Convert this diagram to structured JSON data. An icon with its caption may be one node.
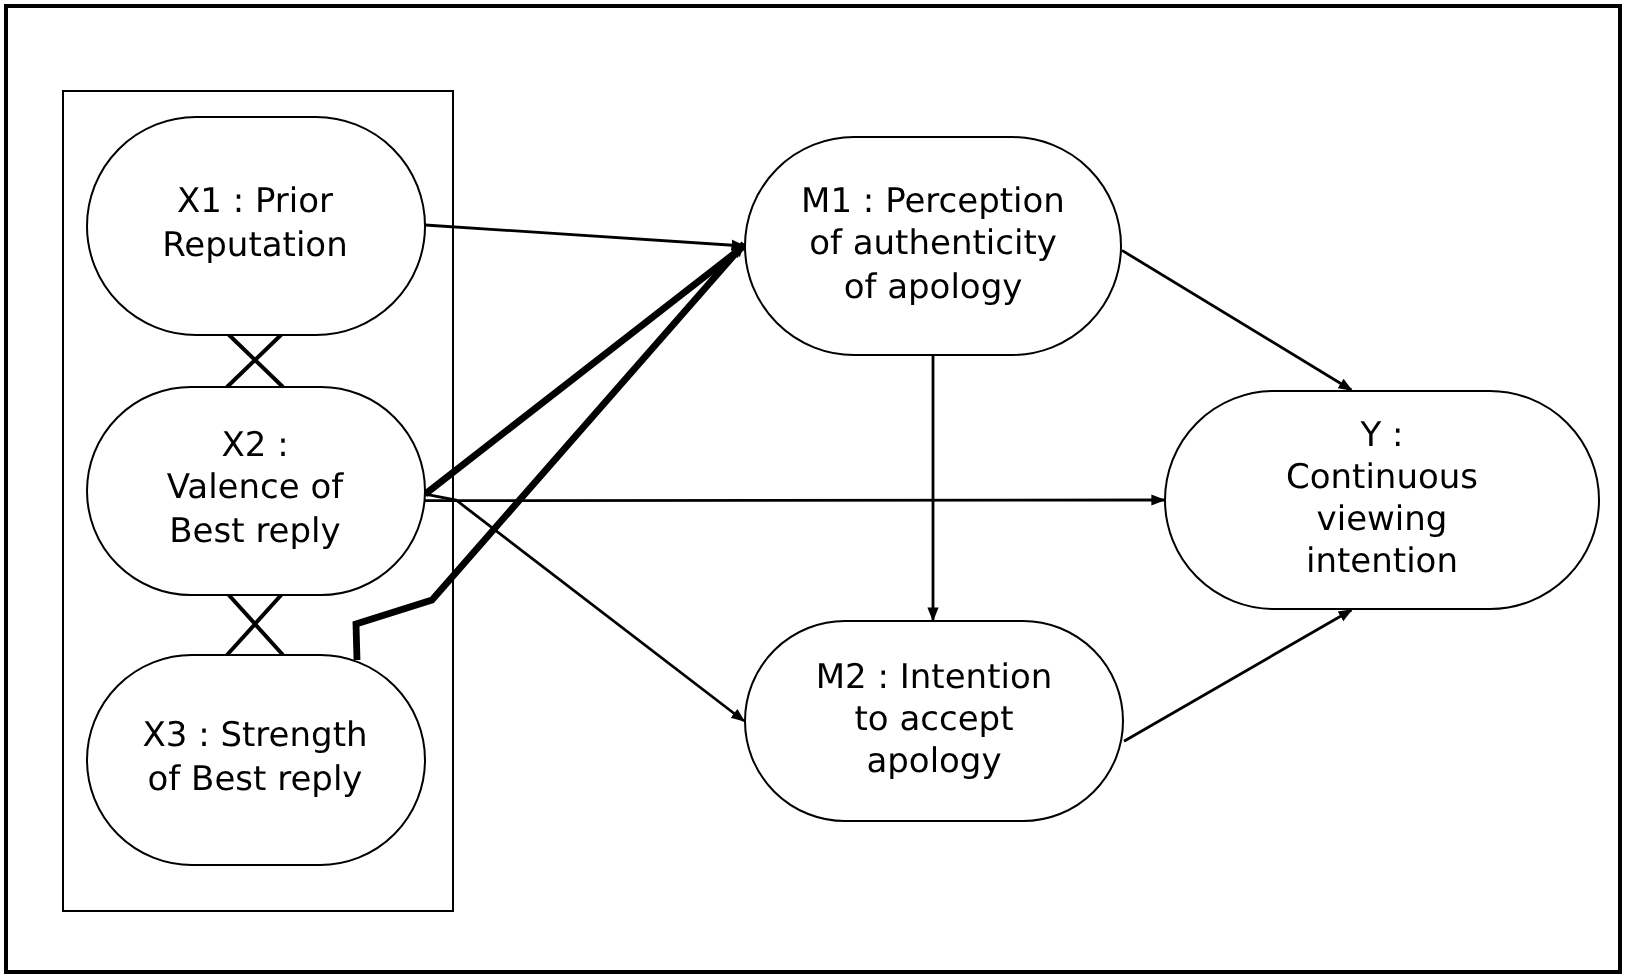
{
  "diagram": {
    "nodes": [
      {
        "text": [],
        "shape": "box"
      },
      {
        "text": [
          "X1 : Prior Reputation"
        ],
        "in": 0
      },
      {
        "text": [
          "X2 : Valence of Best reply"
        ],
        "in": 0
      },
      {
        "text": [
          "X3 : Strength of Best reply"
        ],
        "in": 0
      },
      {
        "text": [
          "M1 : Perception of authenticity of apology"
        ]
      },
      {
        "text": [
          "Y : Continuous viewing intention"
        ]
      },
      {
        "text": [
          "M2 : Intention to accept apology"
        ]
      }
    ],
    "edges": [
      {
        "from": 1,
        "to": 4,
        "arrow": "to"
      },
      {
        "from": 2,
        "to": 4,
        "arrow": "to",
        "style": "thick"
      },
      {
        "from": 3,
        "to": 4,
        "arrow": "to",
        "style": "thick"
      },
      {
        "from": 2,
        "to": 5,
        "arrow": "to"
      },
      {
        "from": 2,
        "to": 6,
        "arrow": "to"
      },
      {
        "from": 4,
        "to": 5,
        "arrow": "to"
      },
      {
        "from": 4,
        "to": 6,
        "arrow": "to"
      },
      {
        "from": 6,
        "to": 5,
        "arrow": "to"
      },
      {
        "from": 1,
        "to": 2,
        "arrow": "none"
      },
      {
        "from": 2,
        "to": 3,
        "arrow": "none"
      }
    ]
  }
}
